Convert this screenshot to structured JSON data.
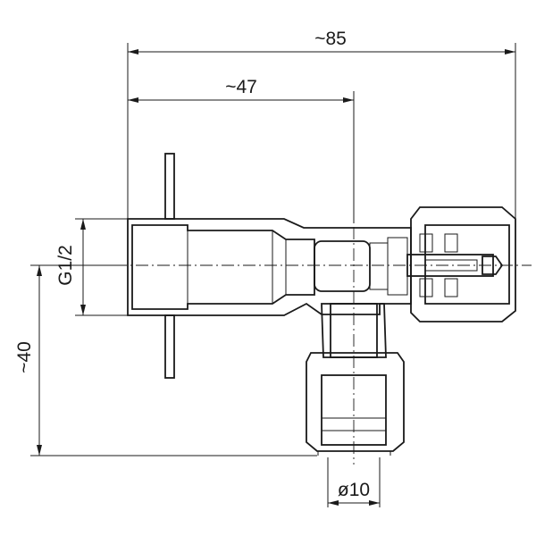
{
  "dimensions": {
    "overall_length": "~85",
    "center_offset": "~47",
    "thread_size": "G1/2",
    "height": "~40",
    "outlet_diameter": "ø10"
  }
}
